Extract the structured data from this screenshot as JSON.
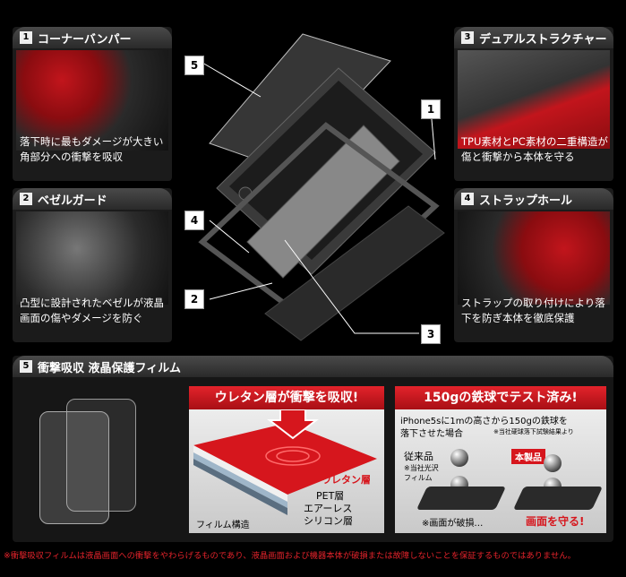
{
  "features": {
    "f1": {
      "num": "1",
      "title": "コーナーバンパー",
      "desc": "落下時に最もダメージが大きい角部分への衝撃を吸収"
    },
    "f2": {
      "num": "2",
      "title": "ベゼルガード",
      "desc": "凸型に設計されたベゼルが液晶画面の傷やダメージを防ぐ"
    },
    "f3": {
      "num": "3",
      "title": "デュアルストラクチャー",
      "desc": "TPU素材とPC素材の二重構造が傷と衝撃から本体を守る"
    },
    "f4": {
      "num": "4",
      "title": "ストラップホール",
      "desc": "ストラップの取り付けにより落下を防ぎ本体を徹底保護"
    },
    "f5": {
      "num": "5",
      "title": "衝撃吸収 液晶保護フィルム"
    }
  },
  "callouts": [
    "5",
    "1",
    "4",
    "2",
    "3"
  ],
  "film": {
    "header": "ウレタン層が衝撃を吸収!",
    "layer_urethane": "ウレタン層",
    "layer_pet": "PET層",
    "layer_airless": "エアーレス",
    "layer_silicone": "シリコン層",
    "structure_label": "フィルム構造"
  },
  "test": {
    "header": "150gの鉄球でテスト済み!",
    "line1": "iPhone5sに1mの高さから150gの鉄球を",
    "line2": "落下させた場合",
    "note": "※当社硬球落下試験結果より",
    "conventional": "従来品",
    "conventional_note1": "※当社光沢",
    "conventional_note2": "フィルム",
    "product": "本製品",
    "broken": "※画面が破損…",
    "protected": "画面を守る!"
  },
  "disclaimer": "※衝撃吸収フィルムは液晶画面への衝撃をやわらげるものであり、液晶画面および機器本体が破損または故障しないことを保証するものではありません。",
  "colors": {
    "accent_red": "#e3232b"
  }
}
